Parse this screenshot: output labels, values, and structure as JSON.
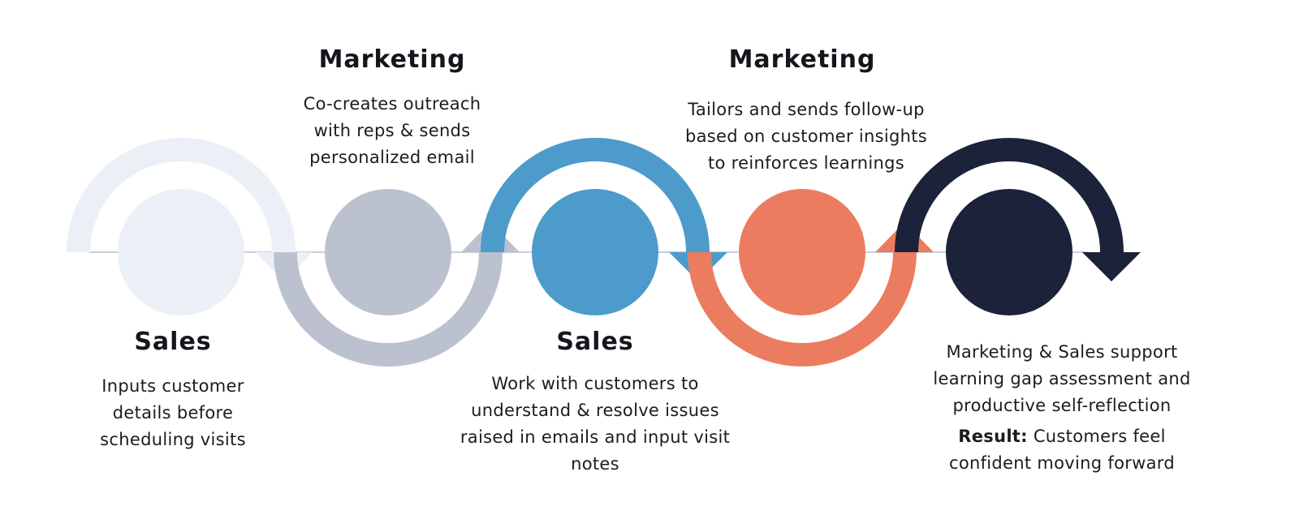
{
  "colors": {
    "light": "#ebf0f7",
    "gray": "#bbc1ce",
    "blue": "#4c9bcb",
    "orange": "#ec7c5f",
    "navy": "#1b223a"
  },
  "steps": [
    {
      "title": "Sales",
      "desc": [
        "Inputs customer",
        "details before",
        "scheduling visits"
      ]
    },
    {
      "title": "Marketing",
      "desc": [
        "Co-creates outreach",
        "with reps & sends",
        "personalized email"
      ]
    },
    {
      "title": "Sales",
      "desc": [
        "Work with customers to",
        "understand & resolve issues",
        "raised in emails and input visit",
        "notes"
      ]
    },
    {
      "title": "Marketing",
      "desc": [
        "Tailors and sends follow-up",
        "based on customer insights",
        "to reinforces learnings"
      ]
    },
    {
      "desc": [
        "Marketing & Sales support",
        "learning gap assessment and",
        "productive self-reflection"
      ],
      "result_label": "Result:",
      "result_text": [
        "Customers feel",
        "confident moving forward"
      ]
    }
  ]
}
